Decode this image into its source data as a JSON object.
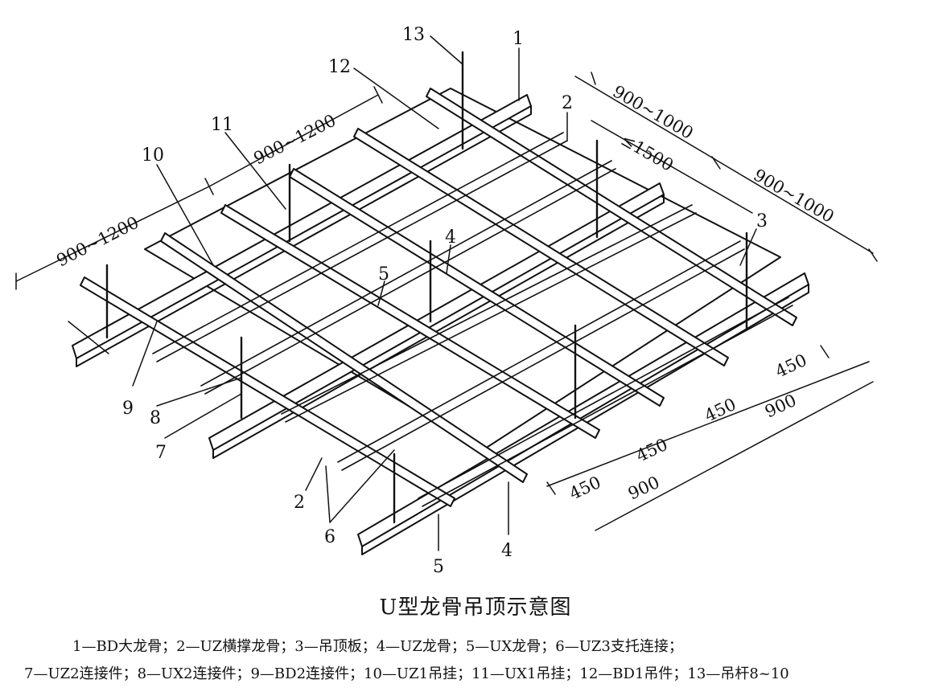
{
  "title": "U型龙骨吊顶示意图",
  "legend": {
    "line1": "1—BD大龙骨；2—UZ横撑龙骨；3—吊顶板；4—UZ龙骨；5—UX龙骨；6—UZ3支托连接；",
    "line2": "7—UZ2连接件；8—UX2连接件；9—BD2连接件；10—UZ1吊挂；11—UX1吊挂；12—BD1吊件；13—吊杆8~10"
  },
  "part_labels": [
    "1",
    "2",
    "3",
    "4",
    "5",
    "6",
    "7",
    "8",
    "9",
    "10",
    "11",
    "12",
    "13"
  ],
  "dimensions": {
    "d_900_1000_a": "900~1000",
    "d_900_1000_b": "900~1000",
    "d_le1500": "≤1500",
    "d_900_1200_a": "900~1200",
    "d_900_1200_b": "900~1200",
    "d_450_a": "450",
    "d_450_b": "450",
    "d_450_c": "450",
    "d_450_d": "450",
    "d_900_a": "900",
    "d_900_b": "900"
  },
  "colors": {
    "line": "#111111",
    "background": "#ffffff"
  }
}
